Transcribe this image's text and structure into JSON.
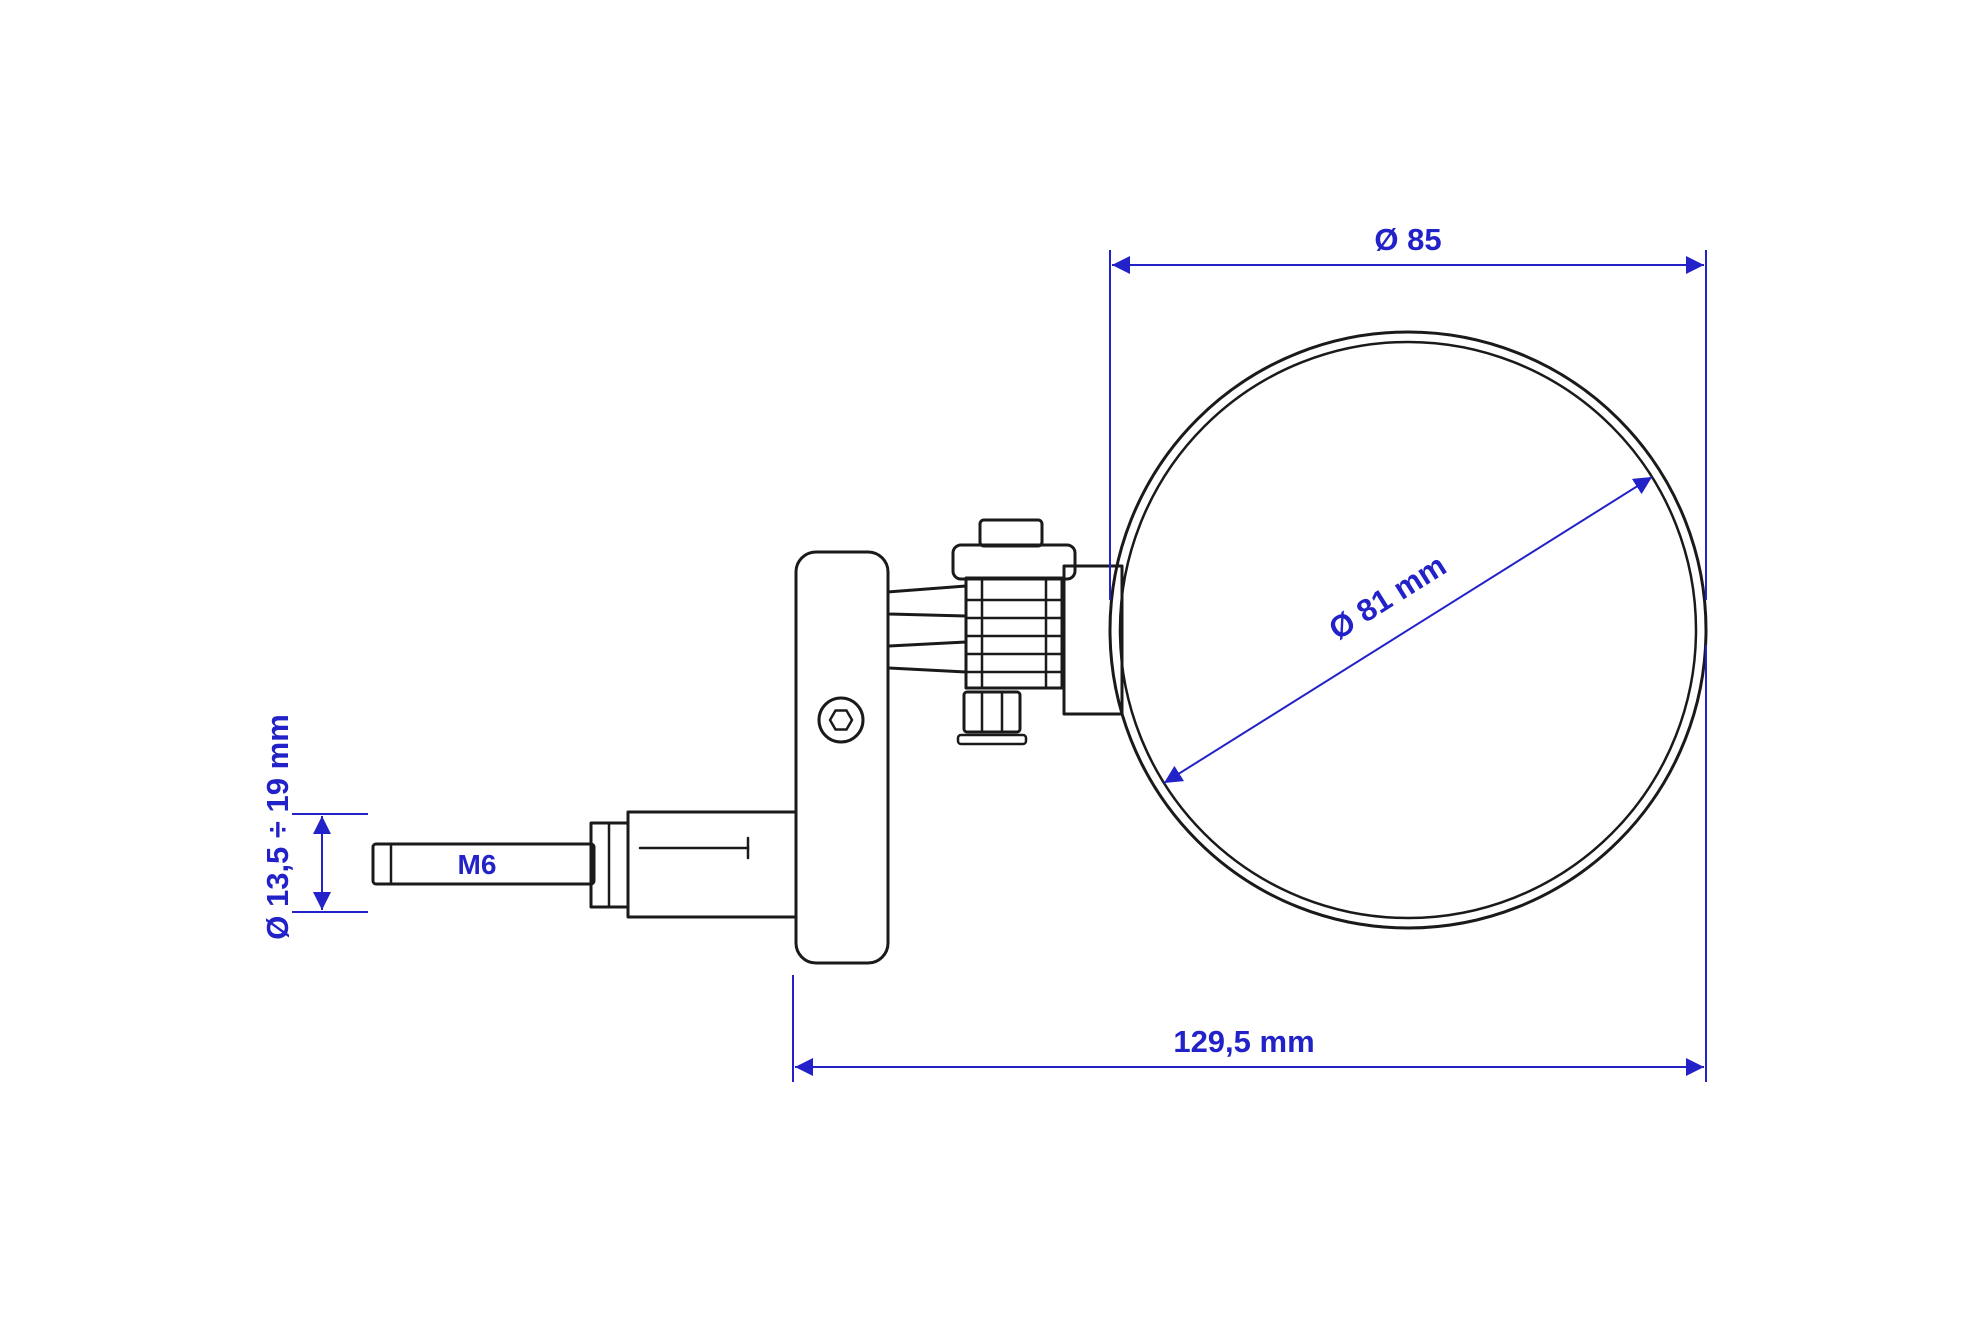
{
  "drawing": {
    "labels": {
      "dia85": "Ø 85",
      "dia81": "Ø 81 mm",
      "length": "129,5 mm",
      "clamp_range": "Ø 13,5 ÷ 19 mm",
      "thread": "M6"
    },
    "colors": {
      "dimension_blue": "#2222c8",
      "outline_black": "#1a1a1a",
      "background": "#ffffff"
    }
  }
}
